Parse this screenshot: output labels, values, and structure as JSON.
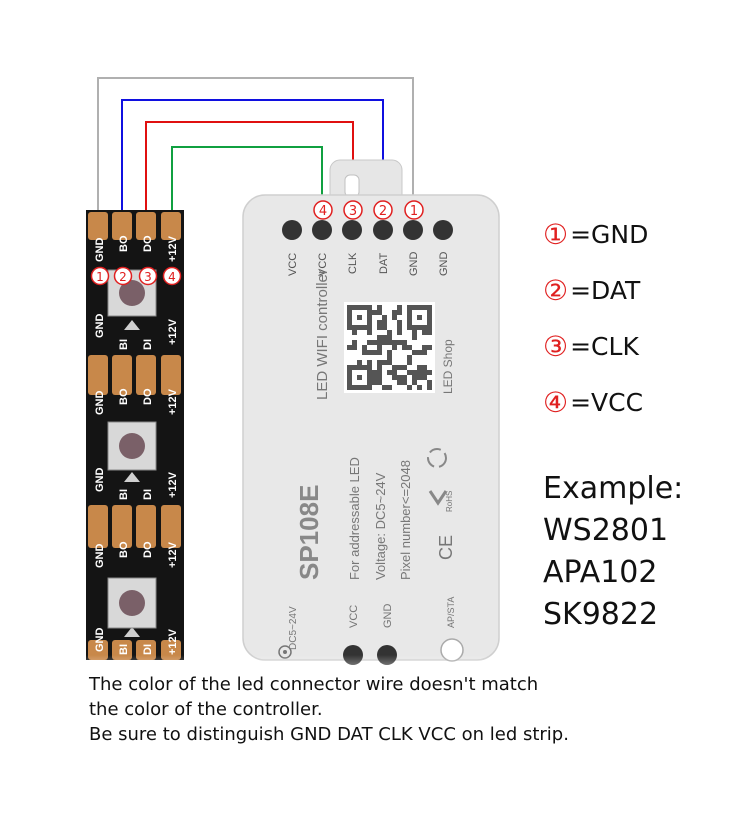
{
  "strip": {
    "pad_labels": [
      "GND",
      "BO",
      "DO",
      "+12V"
    ],
    "pad_labels_lower": [
      "GND",
      "BI",
      "DI",
      "+12V"
    ],
    "markers": [
      "①",
      "②",
      "③",
      "④"
    ]
  },
  "controller": {
    "top_markers": [
      "④",
      "③",
      "②",
      "①"
    ],
    "pins": [
      "VCC",
      "VCC",
      "CLK",
      "DAT",
      "GND",
      "GND"
    ],
    "model": "SP108E",
    "name": "LED WIFI controller",
    "spec_lines": [
      "For addressable LED",
      "Voltage: DC5~24V",
      "Pixel number<=2048"
    ],
    "shop": "LED Shop",
    "ce": "CE",
    "rohs": "RoHS",
    "power_label": "DC5~24V",
    "bottom_pins": [
      "VCC",
      "GND"
    ],
    "button_label": "AP/STA"
  },
  "legend": [
    {
      "num": "①",
      "text": "=GND"
    },
    {
      "num": "②",
      "text": "=DAT"
    },
    {
      "num": "③",
      "text": "=CLK"
    },
    {
      "num": "④",
      "text": "=VCC"
    }
  ],
  "example": {
    "title": "Example:",
    "items": [
      "WS2801",
      "APA102",
      "SK9822"
    ]
  },
  "footnote": {
    "lines": [
      "The color of the led connector wire doesn't match",
      "the color of the controller.",
      "Be sure to distinguish GND DAT CLK VCC on led strip."
    ]
  },
  "colors": {
    "wire_gnd": "#b0b0b0",
    "wire_dat": "#1010e0",
    "wire_clk": "#e01010",
    "wire_vcc": "#10a040",
    "strip": "#141414",
    "pad": "#c8884a",
    "controller_body": "#e6e6e6",
    "marker": "#e02020"
  }
}
